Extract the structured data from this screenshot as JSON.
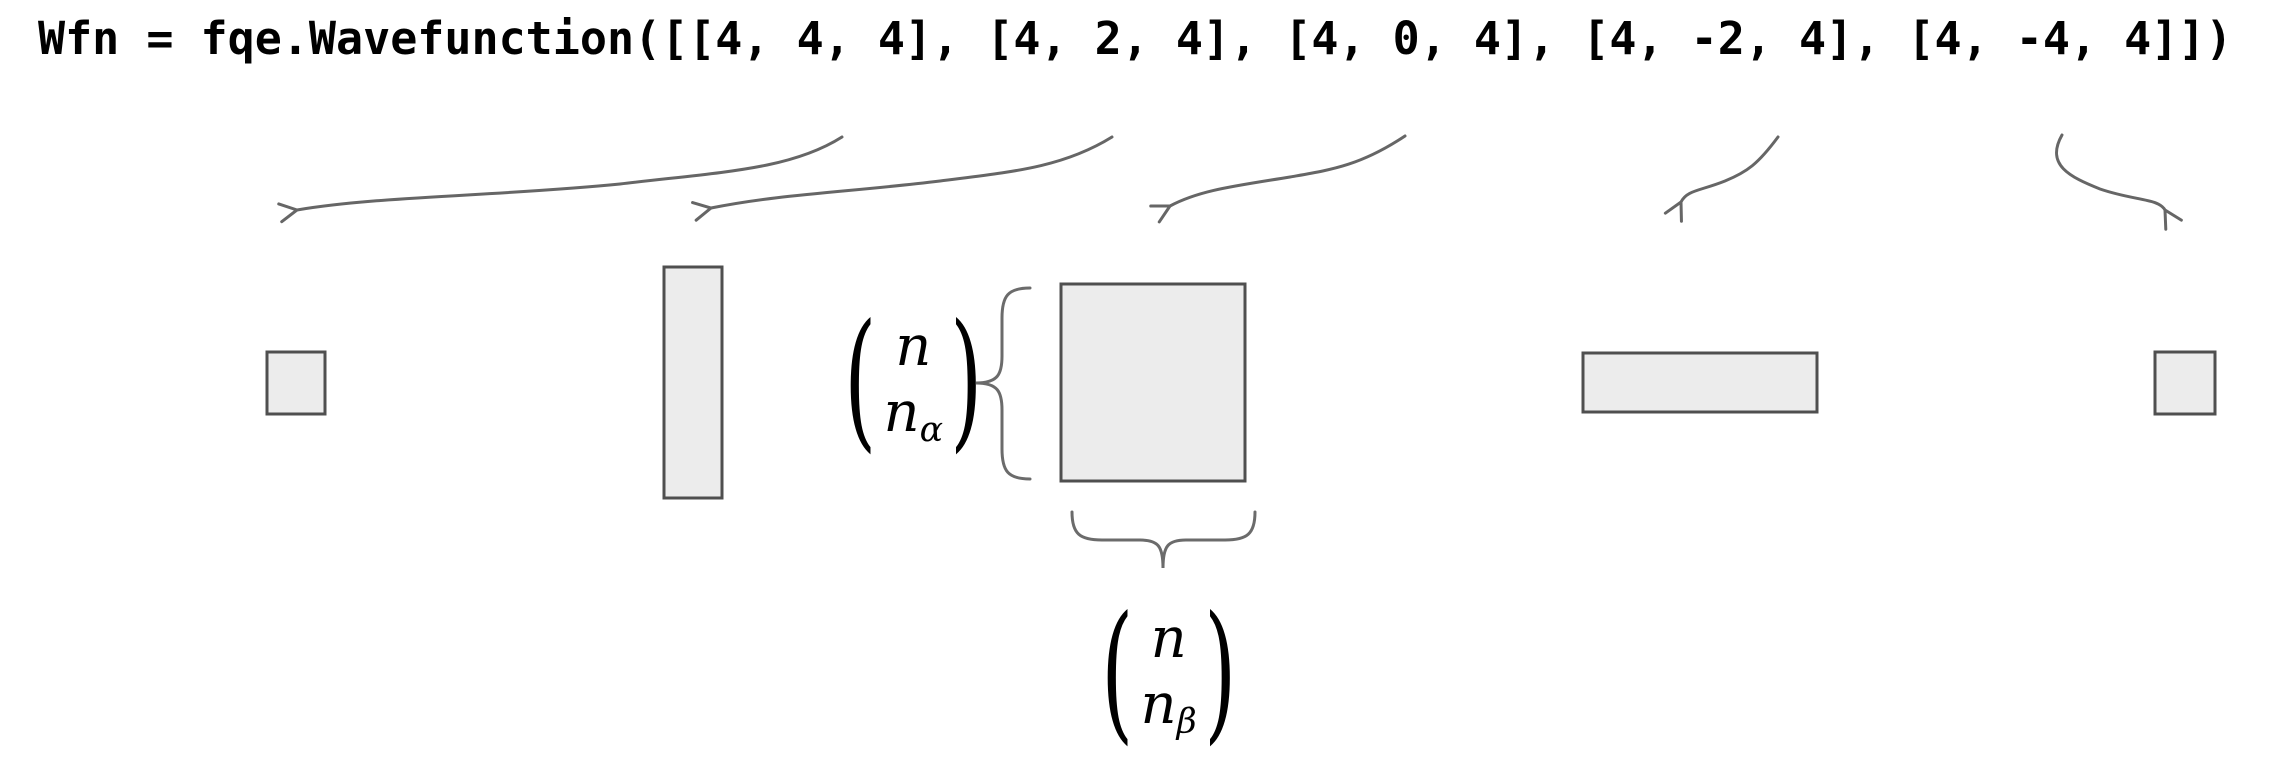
{
  "figure": {
    "code_line": "Wfn = fqe.Wavefunction([[4, 4, 4], [4, 2, 4], [4, 0, 4], [4, -2, 4], [4, -4, 4]])"
  },
  "binom_alpha": {
    "open": "(",
    "top": "n",
    "base": "n",
    "sub": "α",
    "close": ")"
  },
  "binom_beta": {
    "open": "(",
    "top": "n",
    "base": "n",
    "sub": "β",
    "close": ")"
  },
  "sectors": [
    {
      "name": "sector [4, 4, 4]",
      "shape": "small-square"
    },
    {
      "name": "sector [4, 2, 4]",
      "shape": "tall-rectangle"
    },
    {
      "name": "sector [4, 0, 4]",
      "shape": "large-square"
    },
    {
      "name": "sector [4, -2, 4]",
      "shape": "wide-rectangle"
    },
    {
      "name": "sector [4, -4, 4]",
      "shape": "small-square"
    }
  ],
  "colors": {
    "shape_fill": "#ececec",
    "shape_border": "#4f4f4f",
    "arrow": "#666666",
    "brace": "#6b6b6b",
    "code_text": "#000000",
    "background": "#ffffff"
  }
}
